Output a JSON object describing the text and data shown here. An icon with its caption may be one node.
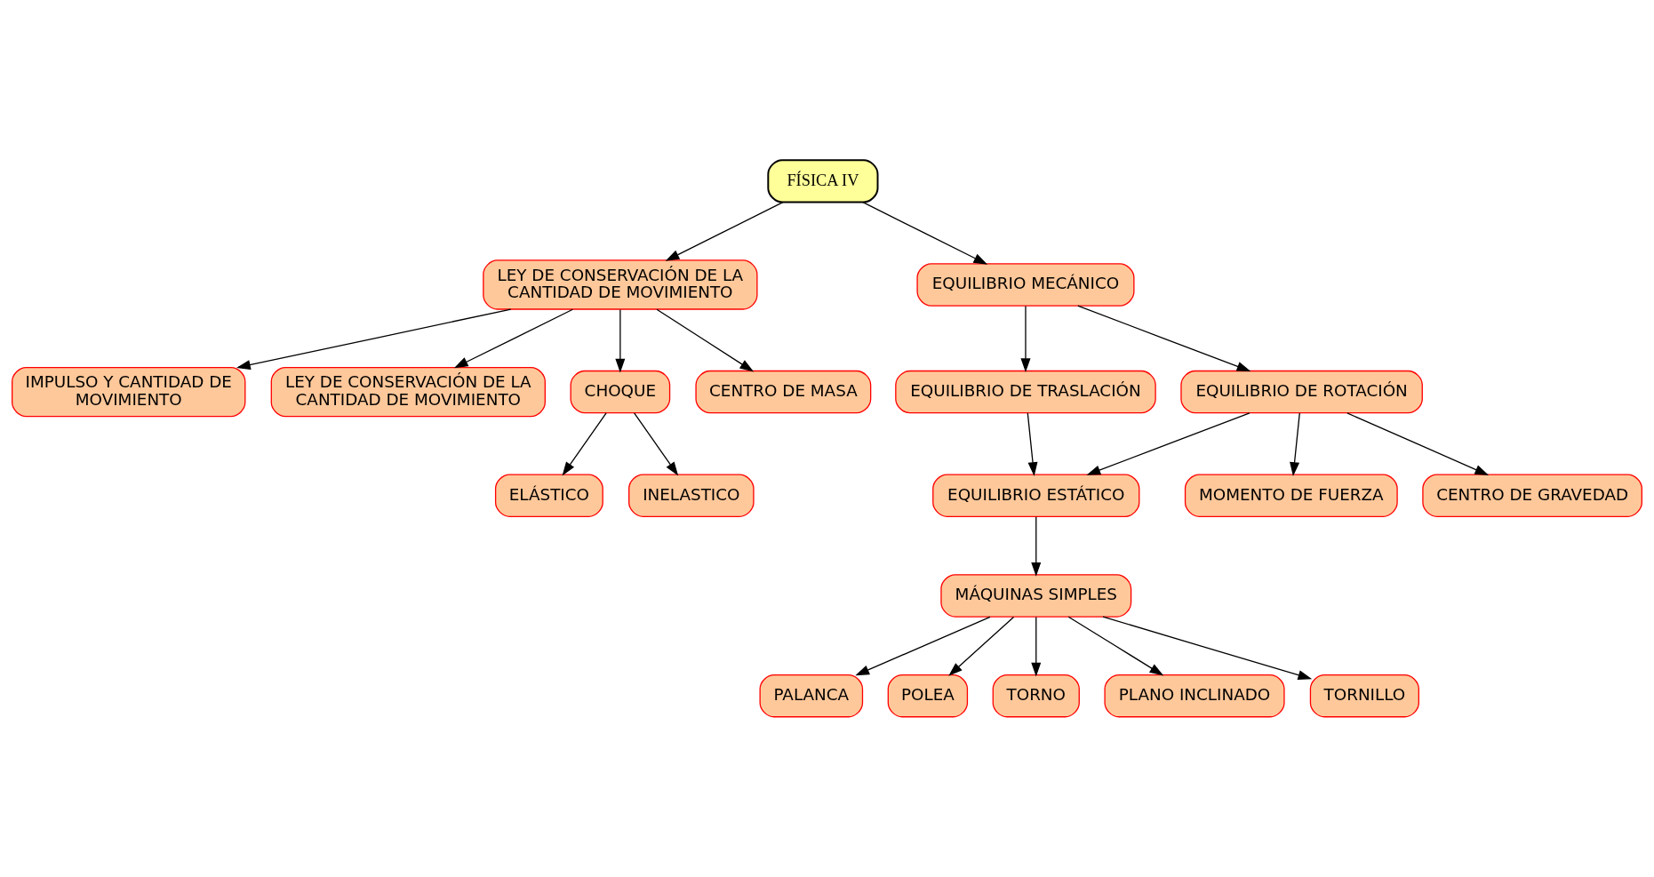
{
  "diagram": {
    "nodes": [
      {
        "text": [
          "FÍSICA IV"
        ]
      },
      {
        "text": [
          "LEY DE CONSERVACIÓN DE LA CANTIDAD DE MOVIMIENTO"
        ]
      },
      {
        "text": [
          "EQUILIBRIO MECÁNICO"
        ]
      },
      {
        "text": [
          "IMPULSO Y CANTIDAD DE MOVIMIENTO"
        ]
      },
      {
        "text": [
          "LEY DE CONSERVACIÓN DE LA CANTIDAD DE MOVIMIENTO"
        ]
      },
      {
        "text": [
          "CHOQUE"
        ]
      },
      {
        "text": [
          "CENTRO DE MASA"
        ]
      },
      {
        "text": [
          "EQUILIBRIO DE TRASLACIÓN"
        ]
      },
      {
        "text": [
          "EQUILIBRIO DE ROTACIÓN"
        ]
      },
      {
        "text": [
          "ELÁSTICO"
        ]
      },
      {
        "text": [
          "INELASTICO"
        ]
      },
      {
        "text": [
          "EQUILIBRIO ESTÁTICO"
        ]
      },
      {
        "text": [
          "MOMENTO DE FUERZA"
        ]
      },
      {
        "text": [
          "CENTRO DE GRAVEDAD"
        ]
      },
      {
        "text": [
          "MÁQUINAS SIMPLES"
        ]
      },
      {
        "text": [
          "PALANCA"
        ]
      },
      {
        "text": [
          "POLEA"
        ]
      },
      {
        "text": [
          "TORNO"
        ]
      },
      {
        "text": [
          "PLANO INCLINADO"
        ]
      },
      {
        "text": [
          "TORNILLO"
        ]
      }
    ],
    "edges": [
      {
        "from": 0,
        "to": 1,
        "arrow": "to"
      },
      {
        "from": 0,
        "to": 2,
        "arrow": "to"
      },
      {
        "from": 1,
        "to": 3,
        "arrow": "to"
      },
      {
        "from": 1,
        "to": 4,
        "arrow": "to"
      },
      {
        "from": 1,
        "to": 5,
        "arrow": "to"
      },
      {
        "from": 1,
        "to": 6,
        "arrow": "to"
      },
      {
        "from": 2,
        "to": 7,
        "arrow": "to"
      },
      {
        "from": 2,
        "to": 8,
        "arrow": "to"
      },
      {
        "from": 5,
        "to": 9,
        "arrow": "to"
      },
      {
        "from": 5,
        "to": 10,
        "arrow": "to"
      },
      {
        "from": 7,
        "to": 11,
        "arrow": "to"
      },
      {
        "from": 8,
        "to": 11,
        "arrow": "to"
      },
      {
        "from": 8,
        "to": 12,
        "arrow": "to"
      },
      {
        "from": 8,
        "to": 13,
        "arrow": "to"
      },
      {
        "from": 11,
        "to": 14,
        "arrow": "to"
      },
      {
        "from": 14,
        "to": 15,
        "arrow": "to"
      },
      {
        "from": 14,
        "to": 16,
        "arrow": "to"
      },
      {
        "from": 14,
        "to": 17,
        "arrow": "to"
      },
      {
        "from": 14,
        "to": 18,
        "arrow": "to"
      },
      {
        "from": 14,
        "to": 19,
        "arrow": "to"
      }
    ]
  }
}
